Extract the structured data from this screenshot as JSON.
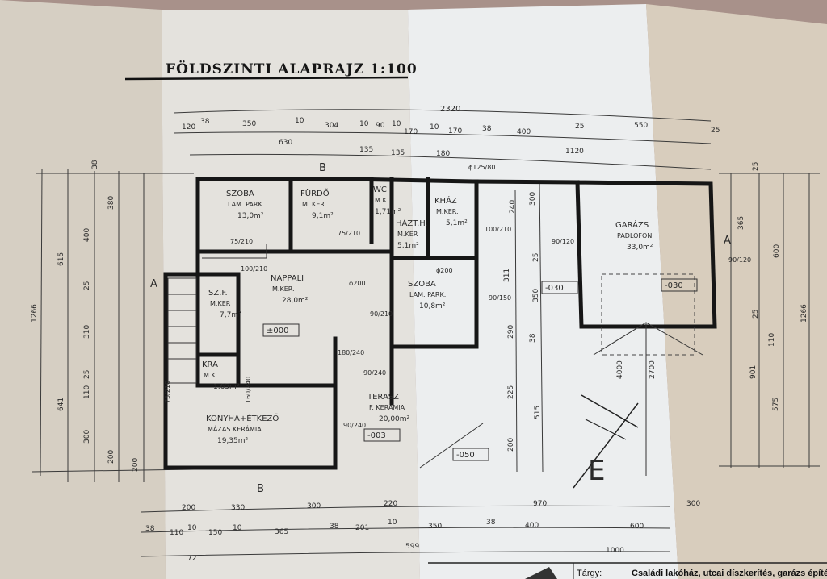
{
  "drawing": {
    "title": "FÖLDSZINTI ALAPRAJZ 1:100",
    "section_marks": [
      "B",
      "B",
      "A",
      "A"
    ],
    "north_letter": "E"
  },
  "rooms": [
    {
      "name": "SZOBA",
      "floor": "LAM. PARK.",
      "area": "13,0m²"
    },
    {
      "name": "FÜRDŐ",
      "floor": "M. KER",
      "area": "9,1m²"
    },
    {
      "name": "WC",
      "floor": "M.K.",
      "area": "1,71m²"
    },
    {
      "name": "HÁZT.H.",
      "floor": "M.KER",
      "area": "5,1m²"
    },
    {
      "name": "KHÁZ",
      "floor": "M.KER.",
      "area": "5,1m²"
    },
    {
      "name": "NAPPALI",
      "floor": "M.KER.",
      "area": "28,0m²"
    },
    {
      "name": "SZ.F.",
      "floor": "M.KER",
      "area": "7,7m²"
    },
    {
      "name": "KRA",
      "floor": "M.K.",
      "area": "1,65m²"
    },
    {
      "name": "SZOBA",
      "floor": "LAM. PARK.",
      "area": "10,8m²"
    },
    {
      "name": "KONYHA+ÉTKEZŐ",
      "floor": "MÁZAS KERÁMIA",
      "area": "19,35m²"
    },
    {
      "name": "TERASZ",
      "floor": "F. KERÁMIA",
      "area": "20,00m²"
    },
    {
      "name": "GARÁZS",
      "floor": "PADLOFON",
      "area": "33,0m²"
    }
  ],
  "levels": [
    "±000",
    "-003",
    "-050",
    "-030",
    "-030"
  ],
  "openings": [
    "75/210",
    "75/210",
    "100/210",
    "90/210",
    "90/240",
    "90/240",
    "160/240",
    "75/210",
    "90/150",
    "100/210",
    "90/120",
    "90/120",
    "180/240",
    "ϕ200",
    "ϕ200",
    "ϕ125/80"
  ],
  "dimensions": {
    "top_overall": [
      "2320"
    ],
    "top_row": [
      "120",
      "38",
      "350",
      "10",
      "304",
      "10",
      "90",
      "10",
      "170",
      "10",
      "170",
      "38",
      "400",
      "25",
      "550",
      "25"
    ],
    "top_row2": [
      "630",
      "135",
      "135",
      "180",
      "1120"
    ],
    "bottom_row1": [
      "200",
      "330",
      "300",
      "220",
      "970",
      "300"
    ],
    "bottom_row2": [
      "38",
      "110",
      "10",
      "150",
      "10",
      "365",
      "38",
      "201",
      "10",
      "350",
      "38",
      "400",
      "600"
    ],
    "bottom_row3": [
      "721",
      "599",
      "1000"
    ],
    "left": [
      "1266",
      "615",
      "641",
      "400",
      "380",
      "25",
      "310",
      "25",
      "110",
      "300",
      "200",
      "200",
      "38"
    ],
    "right": [
      "25",
      "365",
      "600",
      "25",
      "110",
      "901",
      "575",
      "1266"
    ],
    "interior": [
      "240",
      "311",
      "350",
      "290",
      "225",
      "200",
      "300",
      "25",
      "38",
      "515",
      "4000",
      "2700"
    ]
  },
  "title_block": {
    "label": "Tárgy:",
    "value": "Családi lakóház, utcai díszkerítés, garázs építése"
  }
}
